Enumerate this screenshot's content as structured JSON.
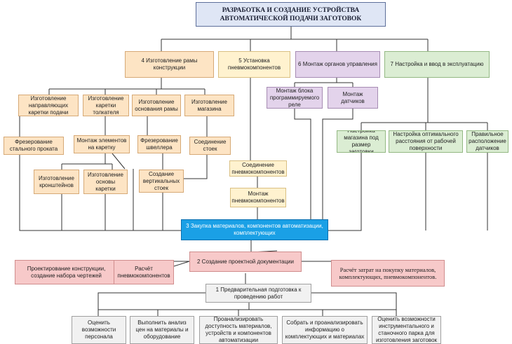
{
  "nodes": {
    "root": "РАЗРАБОТКА И СОЗДАНИЕ УСТРОЙСТВА АВТОМАТИЧЕСКОЙ ПОДАЧИ ЗАГОТОВОК",
    "frame": "4 Изготовление рамы конструкции",
    "pneumo_install": "5 Установка пневмокомпонентов",
    "controls": "6 Монтаж органов управления",
    "setup": "7 Настройка и ввод в эксплуатацию",
    "guide_rails": "Изготовление направляющих каретки подачи",
    "pusher_carriage": "Изготовление каретки толкателя",
    "frame_base": "Изготовление основания рамы",
    "magazine": "Изготовление магазина",
    "milling": "Фрезерование стального проката",
    "mount_elements": "Монтаж элементов на каретку",
    "channel_milling": "Фрезерование швеллера",
    "rack_joint": "Соединение стоек",
    "brackets": "Изготовление кронштейнов",
    "carriage_bases": "Изготовление основы каретки",
    "vertical_racks": "Создание вертикальных стоек",
    "pneumo_connect": "Соединение пневмокомпонентов",
    "pneumo_mount": "Монтаж пневмокомпонентов",
    "plc_mount": "Монтаж блока программируемого реле",
    "sensor_mount": "Монтаж датчиков",
    "tune_magazine": "Настройка магазина под размер заготовки",
    "tune_distance": "Настройка оптимального расстояния от рабочей поверхности",
    "sensor_placement": "Правильное расположение датчиков",
    "purchase": "3 Закупка материалов, компонентов автоматизации, комплектующих",
    "docs": "2 Создание проектной документации",
    "design": "Проектирование конструкции, создание набора чертежей",
    "calc": "Расчёт пневмокомпонентов",
    "cost": "Расчёт затрат на покупку материалов, комплектующих, пневмокомпонентов.",
    "prep": "1 Предварительная подготовка к проведению работ",
    "staff": "Оценить возможности персонала",
    "price_analysis": "Выполнить анализ цен на материалы и оборудование",
    "availability": "Проанализировать доступность материалов, устройств и компонентов автоматизации",
    "info_collect": "Собрать и проанализировать информацию о комплектующих и материалах",
    "tools": "Оценить возможности инструментального и станочного парка для изготовления заготовок"
  },
  "colors": {
    "root": "#dfe6f5",
    "orange": "#fde4c4",
    "yellow": "#fff2cf",
    "purple": "#e3d3eb",
    "green": "#dbedd3",
    "blue": "#1aa0e6",
    "pink": "#f7c9c9",
    "gray": "#f1f1f1",
    "connector": "#333333"
  }
}
